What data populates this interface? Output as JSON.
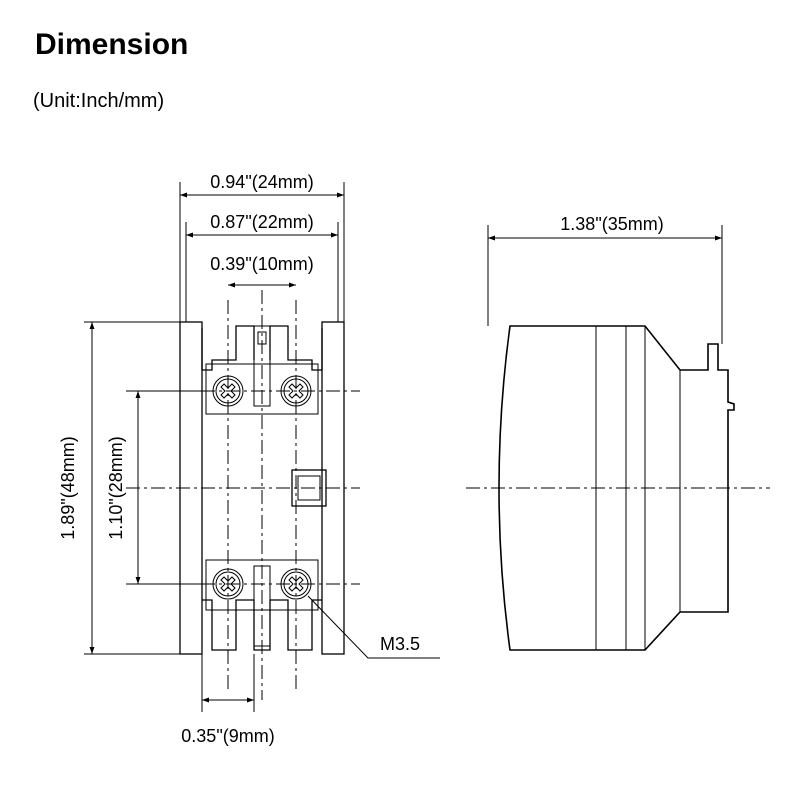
{
  "title": "Dimension",
  "unit_note": "(Unit:Inch/mm)",
  "front_view": {
    "dim_overall_width": "0.94\"(24mm)",
    "dim_inner_width": "0.87\"(22mm)",
    "dim_terminal_spacing": "0.39\"(10mm)",
    "dim_height": "1.89\"(48mm)",
    "dim_terminal_pitch": "1.10\"(28mm)",
    "dim_bottom_slot": "0.35\"(9mm)",
    "screw_label": "M3.5"
  },
  "side_view": {
    "dim_depth": "1.38\"(35mm)"
  }
}
